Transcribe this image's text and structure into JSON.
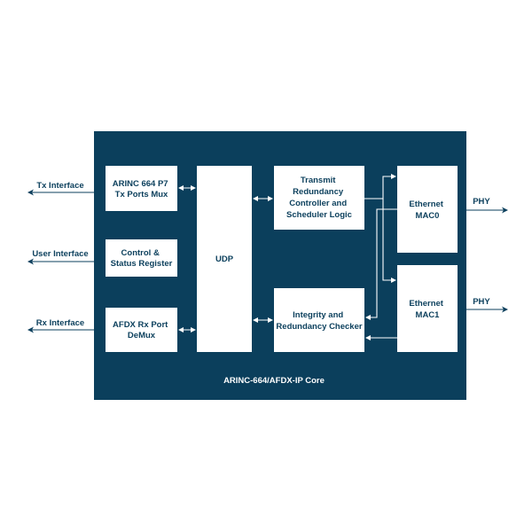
{
  "colors": {
    "core_bg": "#0b3f5c",
    "block_bg": "#ffffff",
    "text": "#0b3f5c",
    "core_text": "#ffffff"
  },
  "core": {
    "title": "ARINC-664/AFDX-IP Core"
  },
  "blocks": {
    "tx_mux": [
      "ARINC 664 P7",
      "Tx Ports Mux"
    ],
    "ctrl": [
      "Control &",
      "Status Register"
    ],
    "rx_demux": [
      "AFDX Rx Port",
      "DeMux"
    ],
    "udp": [
      "UDP"
    ],
    "tx_red": [
      "Transmit",
      "Redundancy",
      "Controller and",
      "Scheduler Logic"
    ],
    "int_red": [
      "Integrity and",
      "Redundancy Checker"
    ],
    "mac0": [
      "Ethernet",
      "MAC0"
    ],
    "mac1": [
      "Ethernet",
      "MAC1"
    ]
  },
  "interfaces": {
    "tx": "Tx Interface",
    "user": "User Interface",
    "rx": "Rx Interface",
    "phy0": "PHY",
    "phy1": "PHY"
  }
}
